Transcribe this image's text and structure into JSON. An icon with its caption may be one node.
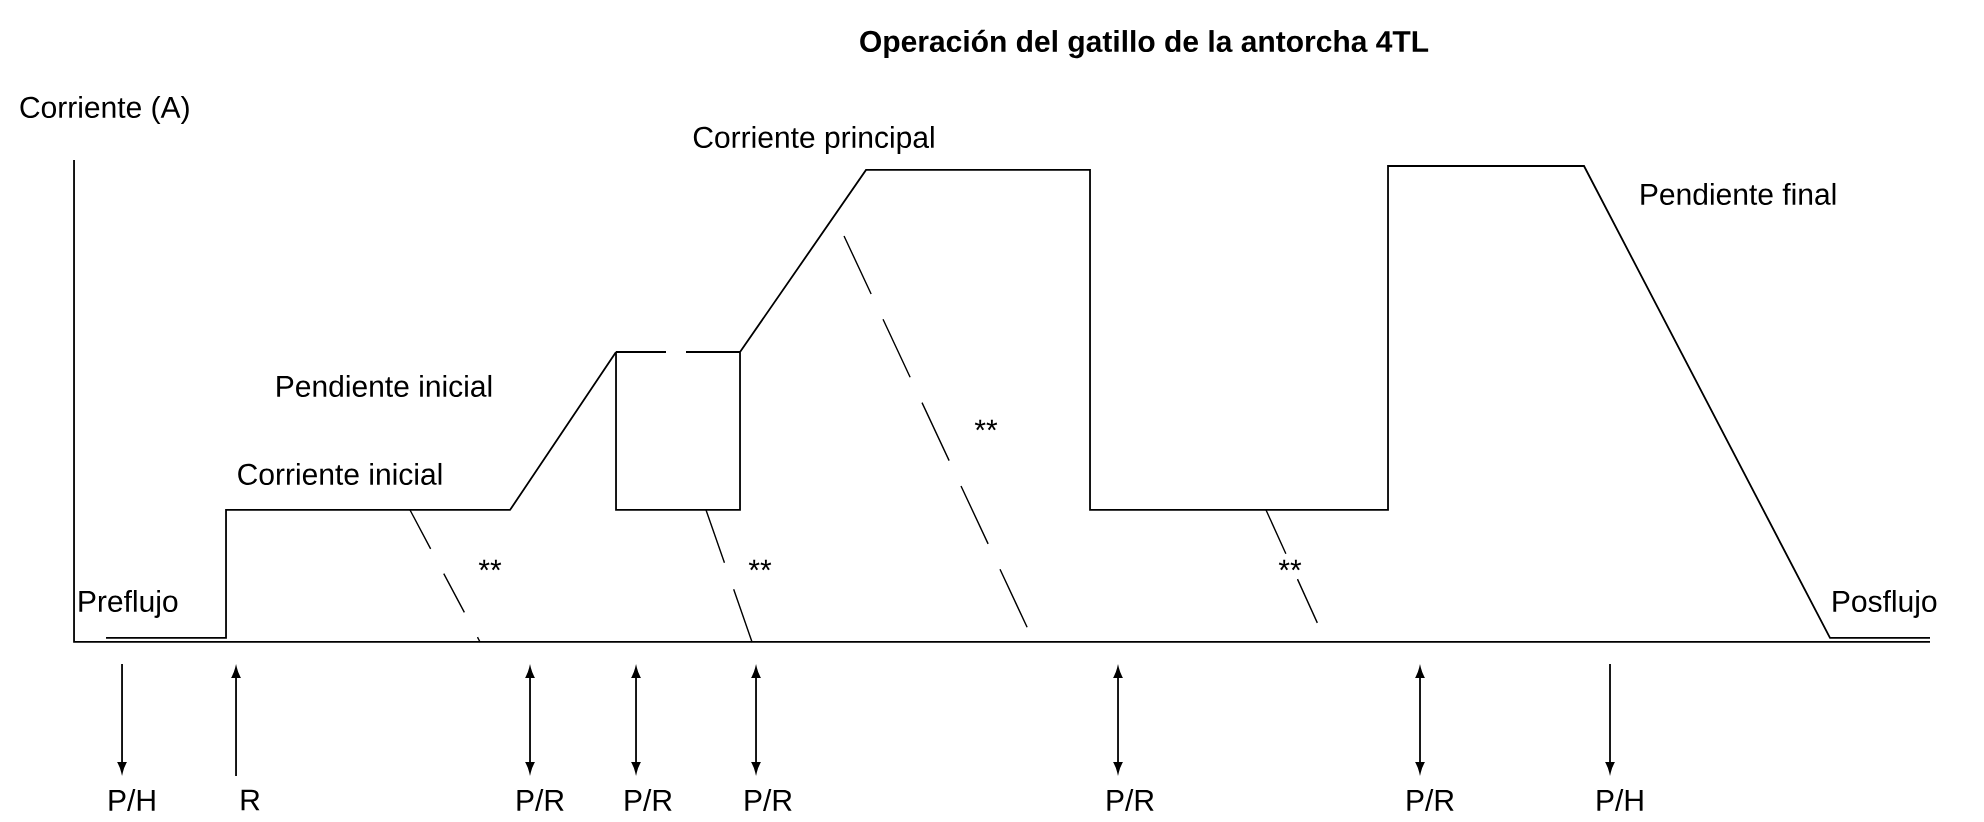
{
  "diagram": {
    "title": "Operación del gatillo de la antorcha 4TL",
    "labels": [
      "Corriente (A)",
      "Corriente principal",
      "Pendiente final",
      "Pendiente inicial",
      "**",
      "Corriente inicial",
      "**",
      "**",
      "**",
      "Preflujo",
      "Posflujo",
      "P/H",
      "R",
      "P/R",
      "P/R",
      "P/R",
      "P/R",
      "P/R",
      "P/H"
    ]
  }
}
